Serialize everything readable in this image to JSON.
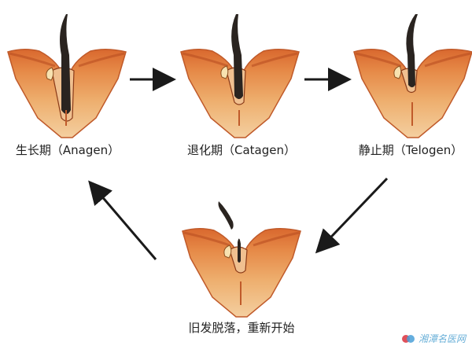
{
  "stages": [
    {
      "id": "anagen",
      "label": "生长期（Anagen）"
    },
    {
      "id": "catagen",
      "label": "退化期（Catagen）"
    },
    {
      "id": "telogen",
      "label": "静止期（Telogen）"
    },
    {
      "id": "shedding",
      "label": "旧发脱落，重新开始"
    }
  ],
  "watermark": {
    "text": "湘潭名医网"
  },
  "colors": {
    "skin_top": "#e07a3e",
    "skin_mid": "#e9a15a",
    "skin_bottom": "#f2c894",
    "skin_outline": "#c05a2a",
    "hair": "#2a2420",
    "arrow": "#1a1a1a"
  }
}
